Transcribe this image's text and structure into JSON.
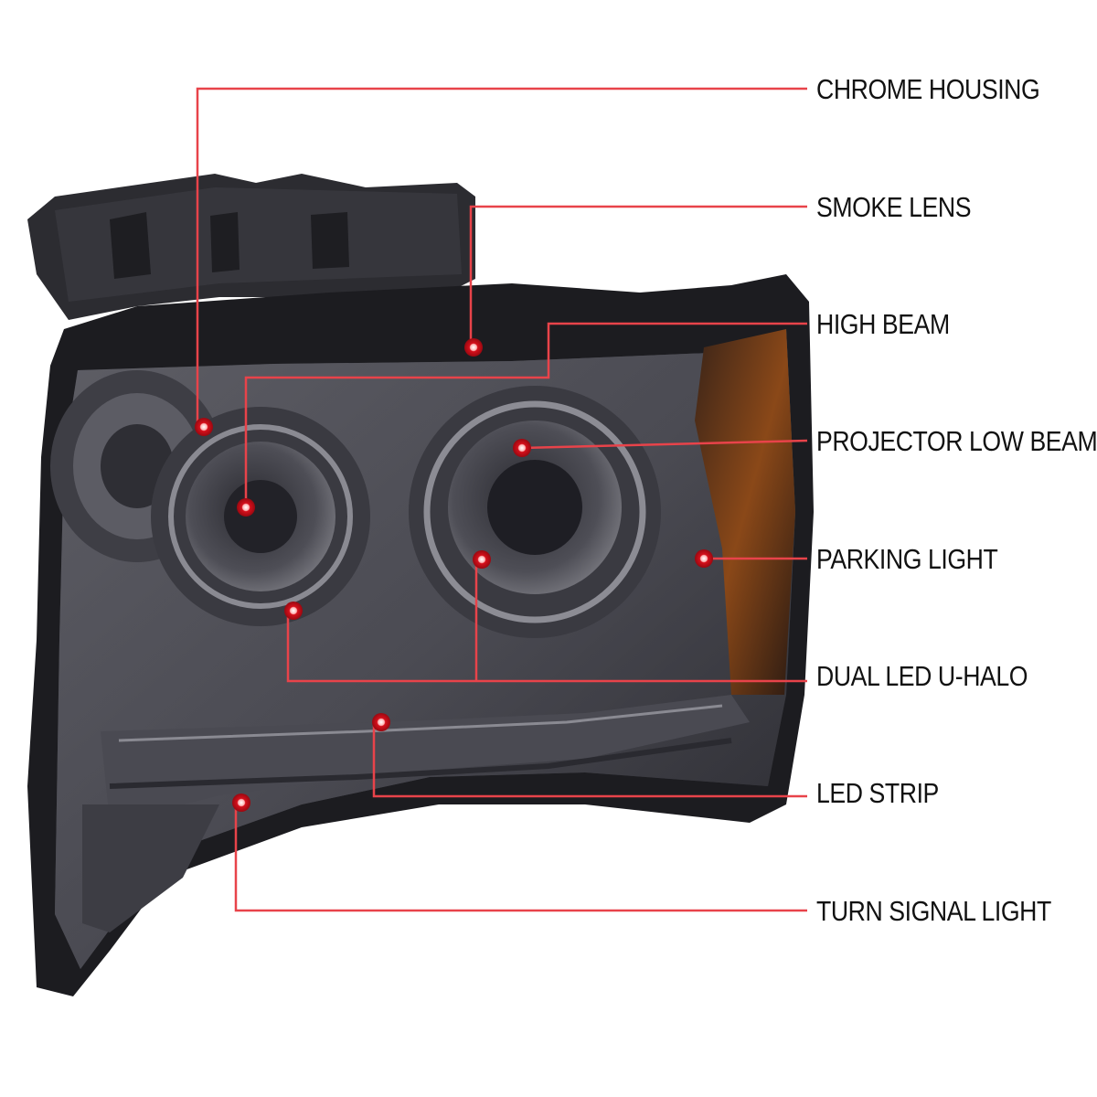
{
  "colors": {
    "callout_line": "#e8434a",
    "callout_dot": "#d6101c",
    "label_text": "#111111",
    "housing_dark": "#2b2b2f",
    "lens_smoke": "#55555b",
    "amber_corner": "#7a3a14"
  },
  "callouts": [
    {
      "id": "chrome-housing",
      "label": "CHROME HOUSING"
    },
    {
      "id": "smoke-lens",
      "label": "SMOKE LENS"
    },
    {
      "id": "high-beam",
      "label": "HIGH BEAM"
    },
    {
      "id": "projector-low-beam",
      "label": "PROJECTOR LOW BEAM"
    },
    {
      "id": "parking-light",
      "label": "PARKING LIGHT"
    },
    {
      "id": "dual-led-u-halo",
      "label": "DUAL LED U-HALO"
    },
    {
      "id": "led-strip",
      "label": "LED STRIP"
    },
    {
      "id": "turn-signal-light",
      "label": "TURN SIGNAL LIGHT"
    }
  ]
}
